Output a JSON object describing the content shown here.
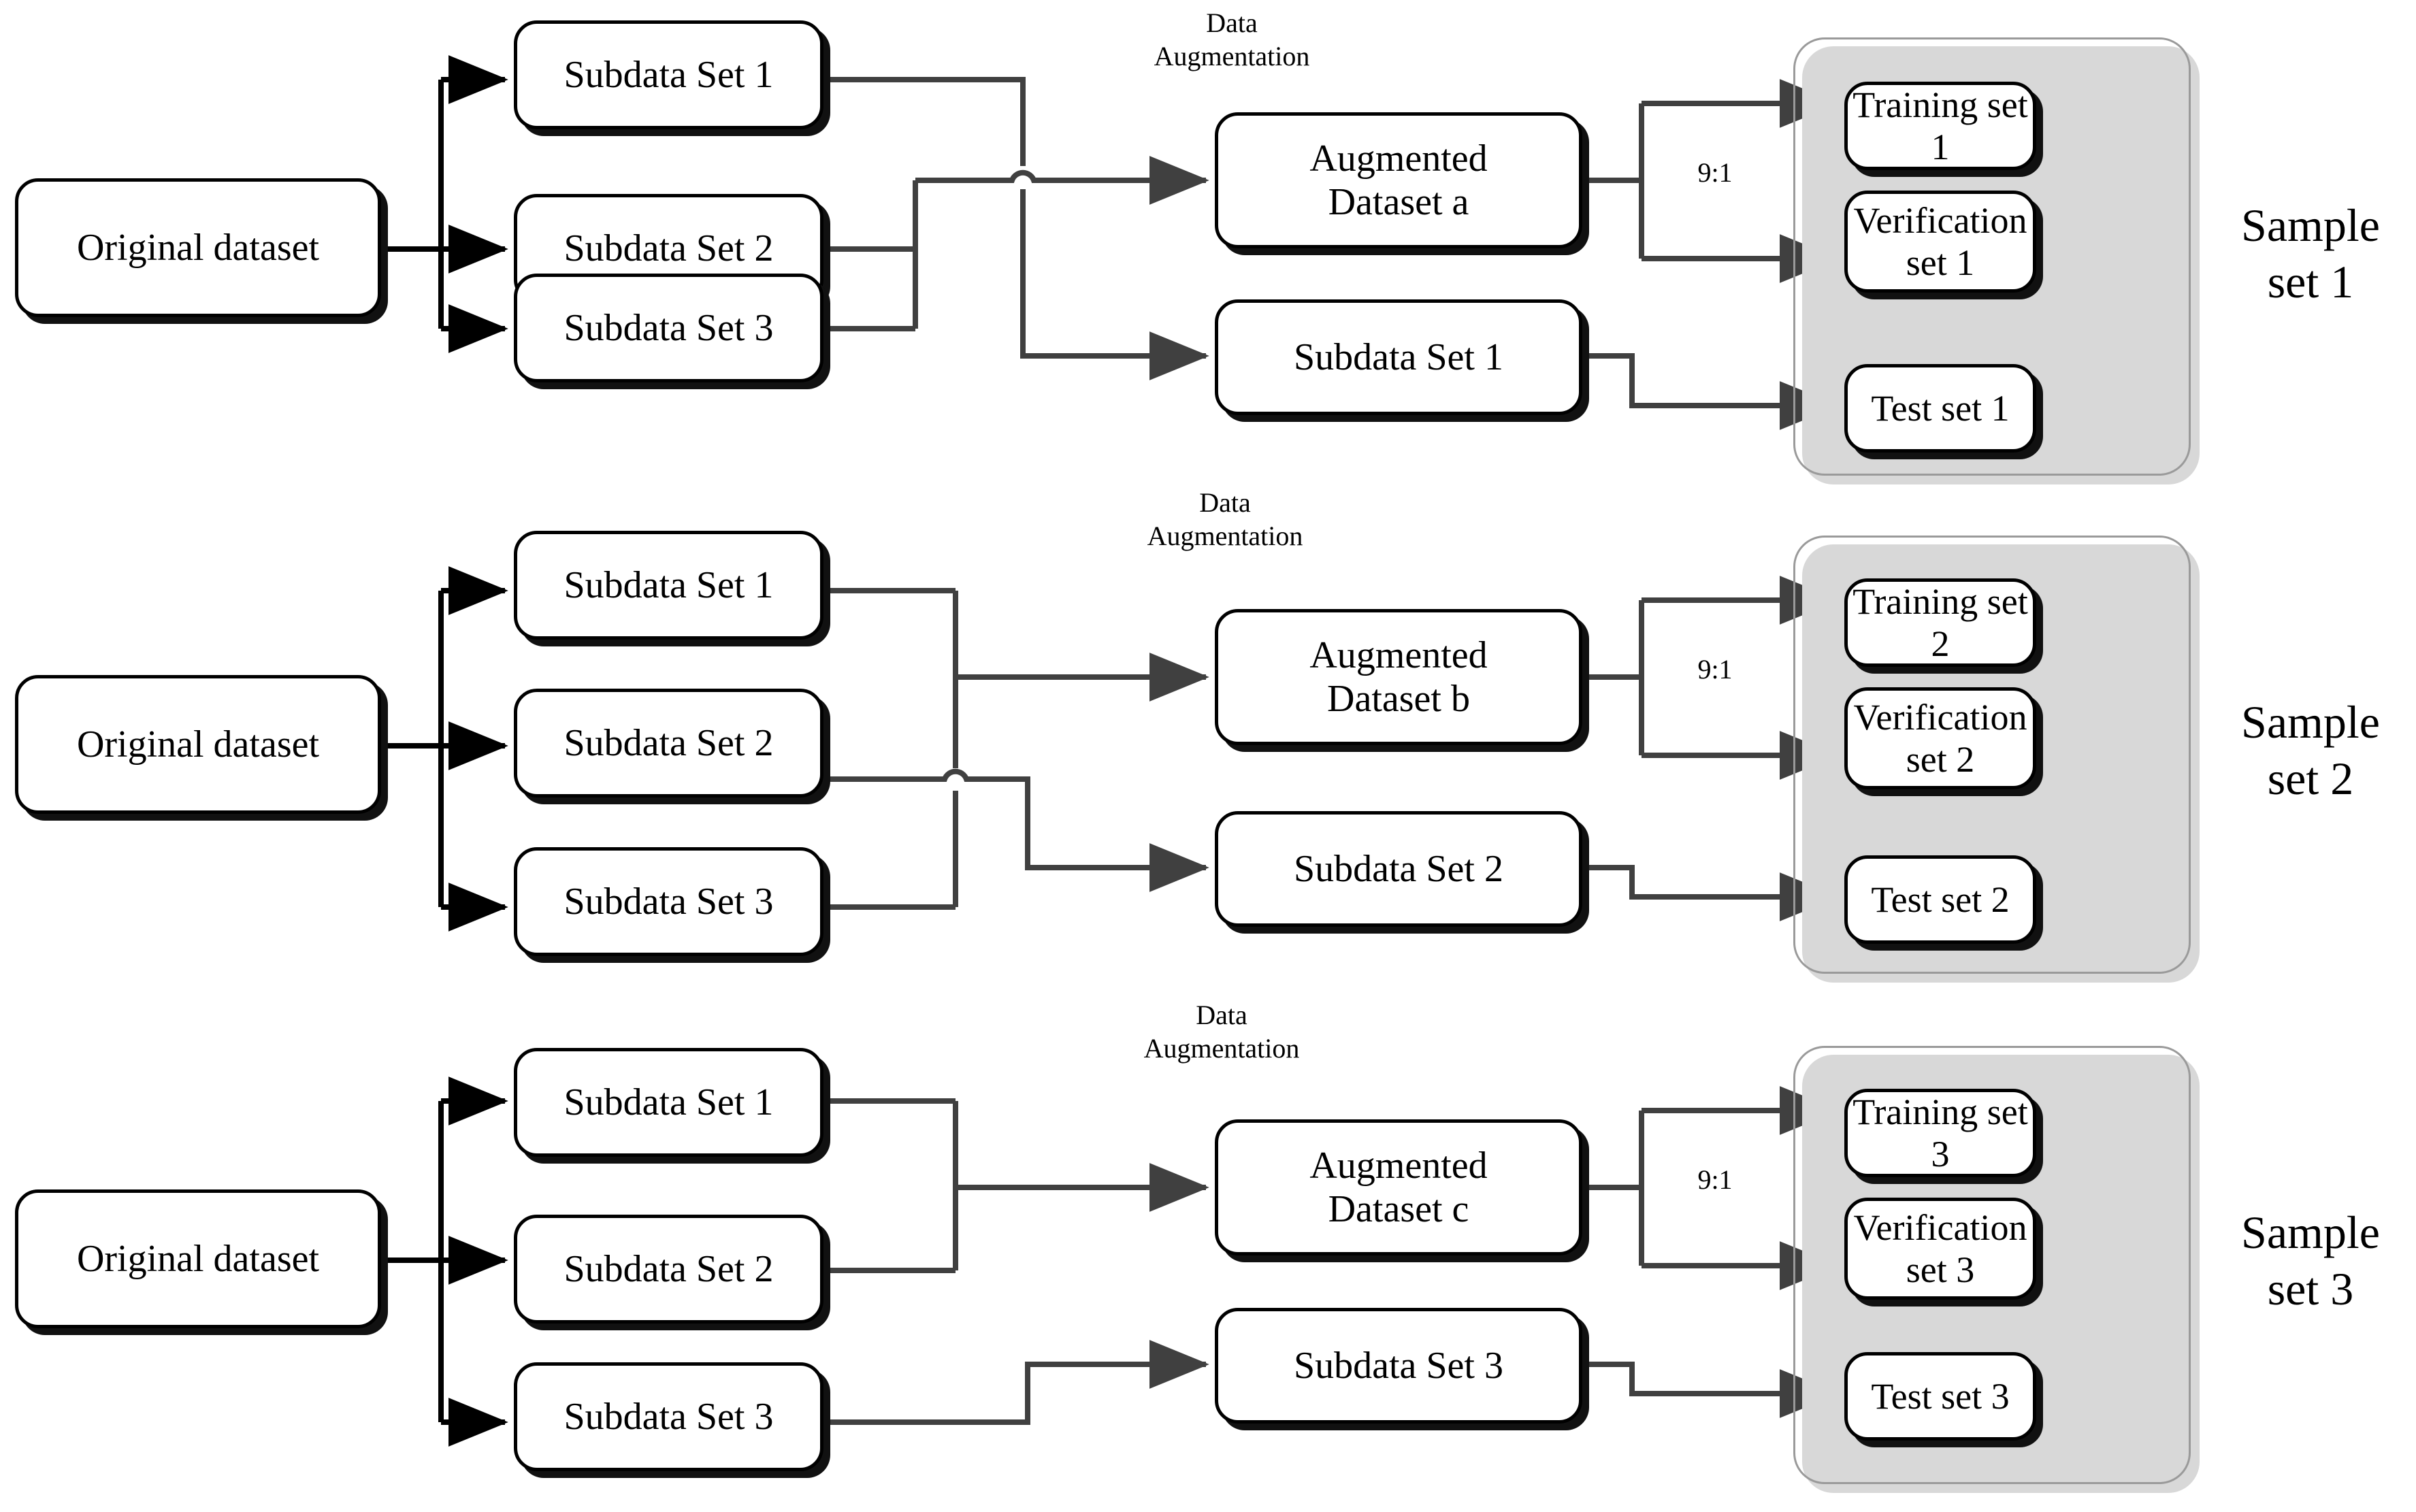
{
  "diagram": {
    "title": "Dataset partition and augmentation flowchart",
    "colors": {
      "node_stroke": "#000000",
      "wire_dark": "#404040",
      "wire_black": "#000000",
      "group_stroke": "#9a9a9a",
      "background": "#ffffff"
    }
  },
  "rows": [
    {
      "id": "row-1",
      "source": {
        "label": "Original dataset"
      },
      "subdata": [
        {
          "label": "Subdata Set 1"
        },
        {
          "label": "Subdata Set 2"
        },
        {
          "label": "Subdata Set 3"
        }
      ],
      "augmentation_label": "Data\nAugmentation",
      "augmented": {
        "label": "Augmented\nDataset a"
      },
      "holdout": {
        "label": "Subdata Set 1"
      },
      "split_ratio": "9:1",
      "outputs": [
        {
          "label": "Training set 1"
        },
        {
          "label": "Verification\nset 1"
        },
        {
          "label": "Test set 1"
        }
      ],
      "group_label": "Sample\nset 1"
    },
    {
      "id": "row-2",
      "source": {
        "label": "Original dataset"
      },
      "subdata": [
        {
          "label": "Subdata Set 1"
        },
        {
          "label": "Subdata Set 2"
        },
        {
          "label": "Subdata Set 3"
        }
      ],
      "augmentation_label": "Data\nAugmentation",
      "augmented": {
        "label": "Augmented\nDataset b"
      },
      "holdout": {
        "label": "Subdata Set 2"
      },
      "split_ratio": "9:1",
      "outputs": [
        {
          "label": "Training set 2"
        },
        {
          "label": "Verification\nset 2"
        },
        {
          "label": "Test set 2"
        }
      ],
      "group_label": "Sample\nset 2"
    },
    {
      "id": "row-3",
      "source": {
        "label": "Original dataset"
      },
      "subdata": [
        {
          "label": "Subdata Set 1"
        },
        {
          "label": "Subdata Set 2"
        },
        {
          "label": "Subdata Set 3"
        }
      ],
      "augmentation_label": "Data\nAugmentation",
      "augmented": {
        "label": "Augmented\nDataset c"
      },
      "holdout": {
        "label": "Subdata Set 3"
      },
      "split_ratio": "9:1",
      "outputs": [
        {
          "label": "Training set 3"
        },
        {
          "label": "Verification\nset 3"
        },
        {
          "label": "Test set 3"
        }
      ],
      "group_label": "Sample\nset 3"
    }
  ]
}
